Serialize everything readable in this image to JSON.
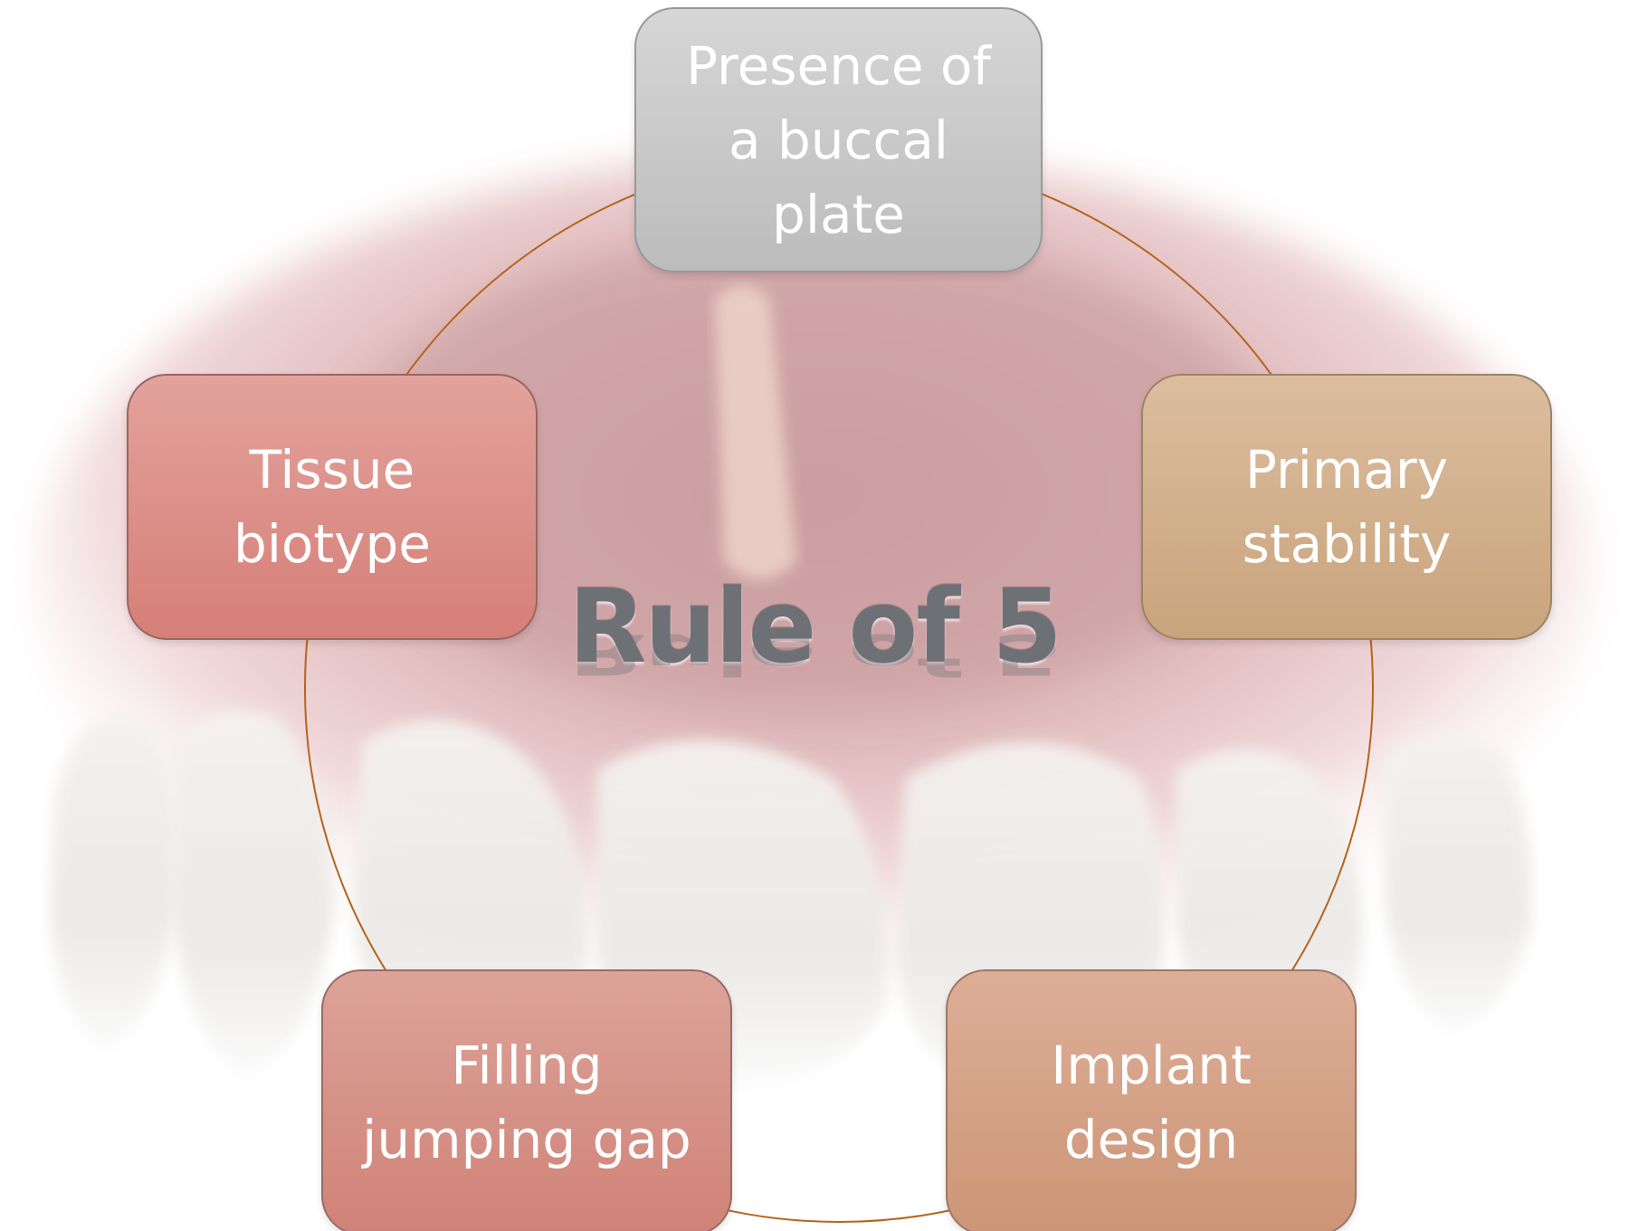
{
  "title": "Rule of 5",
  "nodes": {
    "top": "Presence of\na buccal\nplate",
    "right": "Primary\nstability",
    "bottom_right": "Implant\ndesign",
    "bottom_left": "Filling\njumping gap",
    "left": "Tissue\nbiotype"
  },
  "colors": {
    "top": "#c8c8c8",
    "right": "#d2b08f",
    "bottom_right": "#d4a184",
    "bottom_left": "#d4928a",
    "left": "#dc918a",
    "ring": "#b5651d"
  },
  "background_image": "teeth-photo"
}
